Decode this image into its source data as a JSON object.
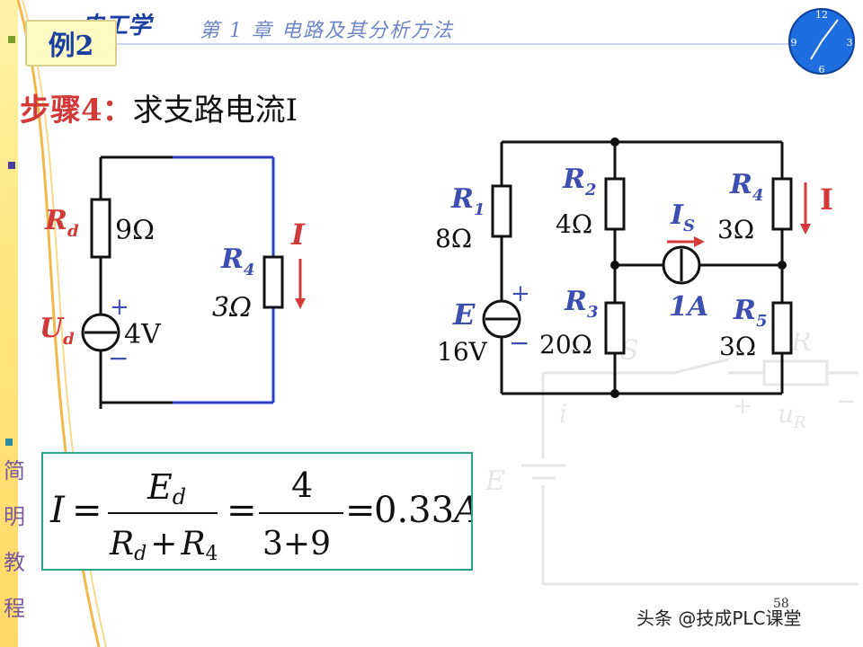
{
  "header": {
    "course_title": "电工学",
    "chapter": "第 1 章   电路及其分析方法"
  },
  "example_label": "例2",
  "step": {
    "lead": "步骤4：",
    "text": "求支路电流I"
  },
  "sidebar": {
    "vertical_text": [
      "简",
      "明",
      "教",
      "程"
    ]
  },
  "clock": {
    "n12": "12",
    "n3": "3",
    "n6": "6",
    "n9": "9"
  },
  "left_circuit": {
    "rd_label": "R",
    "rd_sub": "d",
    "rd_value": "9Ω",
    "ud_label": "U",
    "ud_sub": "d",
    "ud_value": "4V",
    "plus": "+",
    "minus": "−",
    "r4_label": "R",
    "r4_sub": "4",
    "r4_value": "3Ω",
    "current_label": "I"
  },
  "right_circuit": {
    "r1": {
      "name": "R",
      "sub": "1",
      "value": "8Ω"
    },
    "r2": {
      "name": "R",
      "sub": "2",
      "value": "4Ω"
    },
    "r3": {
      "name": "R",
      "sub": "3",
      "value": "20Ω"
    },
    "r4": {
      "name": "R",
      "sub": "4",
      "value": "3Ω"
    },
    "r5": {
      "name": "R",
      "sub": "5",
      "value": "3Ω"
    },
    "e": {
      "name": "E",
      "value": "16V",
      "plus": "+",
      "minus": "−"
    },
    "is": {
      "name": "I",
      "sub": "S",
      "value": "1A"
    },
    "current_label": "I"
  },
  "background_faint": {
    "s": "S",
    "i": "i",
    "r": "R",
    "ur": "u",
    "ur_sub": "R",
    "plus": "+",
    "minus": "−",
    "e": "E"
  },
  "formula": {
    "lhs": "I",
    "eq": "=",
    "num1": "E",
    "num1_sub": "d",
    "den1_a": "R",
    "den1_a_sub": "d",
    "den1_plus": "+",
    "den1_b": "R",
    "den1_b_sub": "4",
    "num2": "4",
    "den2": "3+9",
    "result": "0.33",
    "result_unit": "A"
  },
  "page_number": "58",
  "watermark": "头条 @技成PLC课堂",
  "colors": {
    "accent_red": "#d23a3a",
    "accent_blue": "#3c4fb0",
    "wire_blue": "#2b3fc4",
    "formula_border": "#2aa38c"
  }
}
